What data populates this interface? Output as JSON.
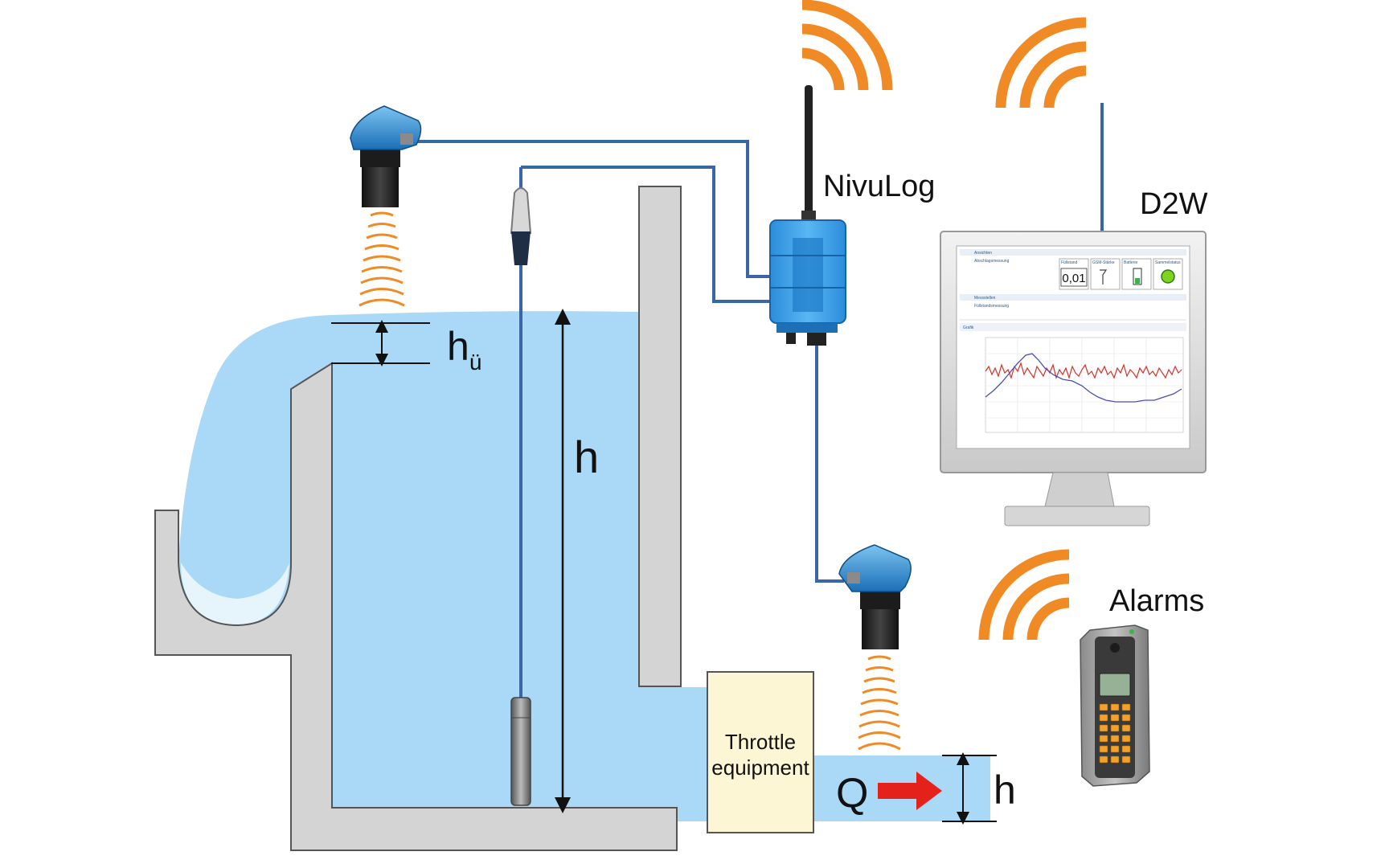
{
  "labels": {
    "nivulog": "NivuLog",
    "d2w": "D2W",
    "alarms": "Alarms",
    "h_main": "h",
    "h_overflow": "h",
    "h_overflow_sub": "ü",
    "h_outlet": "h",
    "flow": "Q",
    "throttle_line1": "Throttle",
    "throttle_line2": "equipment"
  },
  "monitor": {
    "section1": "Ansichten",
    "section1_sub": "Abschlagsmessung",
    "col1": "Füllstand",
    "col2": "GSM-Stärke",
    "col3": "Batterie",
    "col4": "Sammelstatus",
    "value": "0,01",
    "section2": "Messstellen",
    "section2_sub": "Füllstandsmessung",
    "chart_tab": "Grafik"
  },
  "colors": {
    "water": "#a9d9f6",
    "concrete": "#d4d4d4",
    "signal": "#f08a24",
    "cable": "#3a66a8",
    "device": "#2e8fd6",
    "throttle": "#fdf6d4",
    "arrow": "#e4221b"
  }
}
